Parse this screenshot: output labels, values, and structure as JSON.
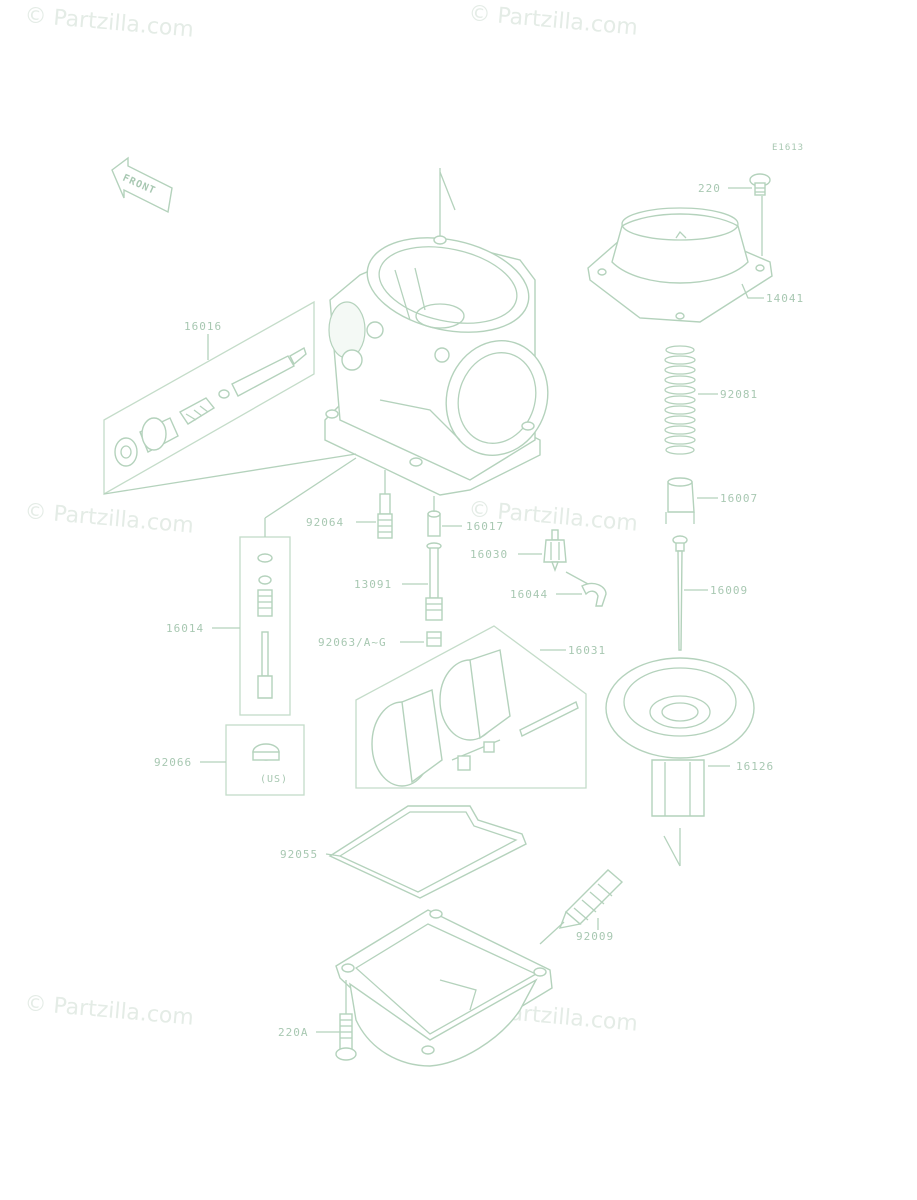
{
  "colors": {
    "line": "#b4d2bc",
    "label": "#a8c8b2",
    "watermark": "#e4ece6"
  },
  "watermark": "© Partzilla.com",
  "diagram_code": "E1613",
  "front_label": "FRONT",
  "us_note": "(US)",
  "part_labels": {
    "p220": "220",
    "p220a": "220A",
    "p14041": "14041",
    "p92081": "92081",
    "p16007": "16007",
    "p16009": "16009",
    "p16016": "16016",
    "p92064": "92064",
    "p16017": "16017",
    "p16030": "16030",
    "p16044": "16044",
    "p13091": "13091",
    "p92063": "92063/A~G",
    "p16031": "16031",
    "p16014": "16014",
    "p92066": "92066",
    "p16126": "16126",
    "p92055": "92055",
    "p92009": "92009"
  }
}
